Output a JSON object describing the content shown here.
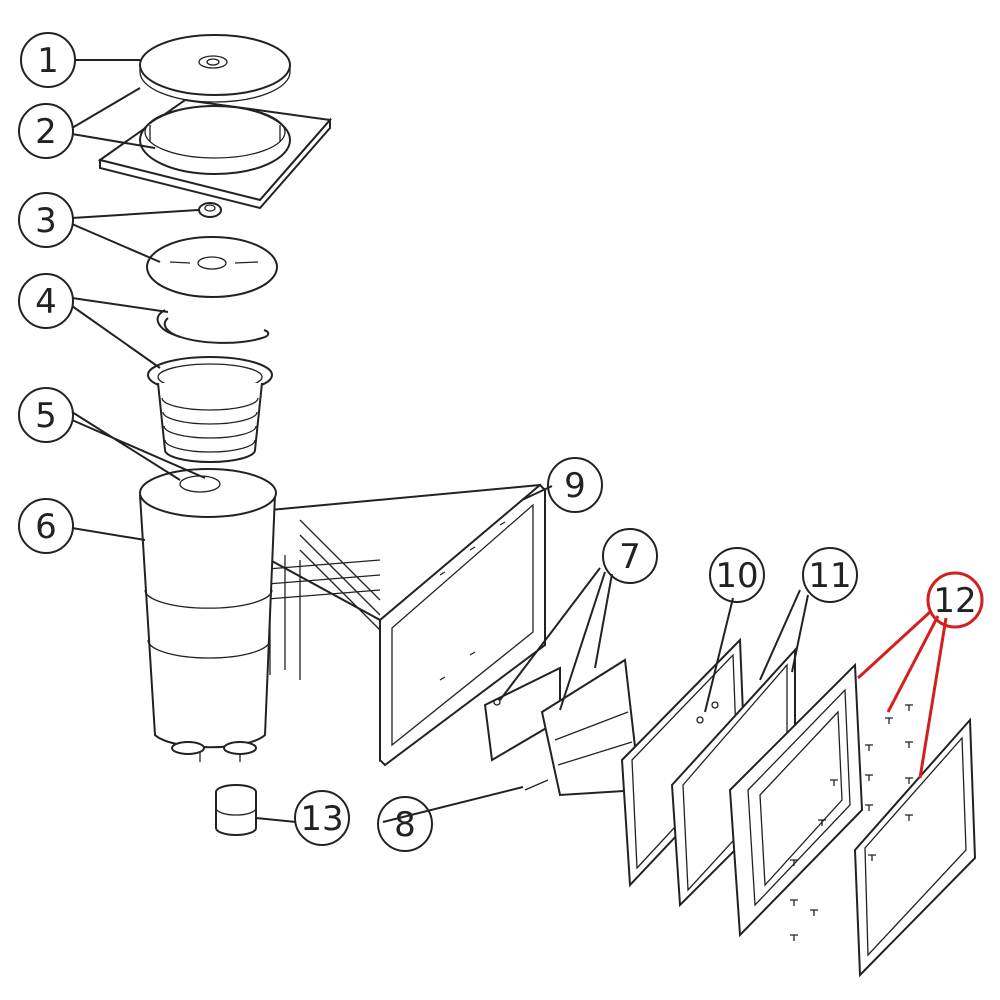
{
  "callouts": [
    {
      "id": "1",
      "label": "1"
    },
    {
      "id": "2",
      "label": "2"
    },
    {
      "id": "3",
      "label": "3"
    },
    {
      "id": "4",
      "label": "4"
    },
    {
      "id": "5",
      "label": "5"
    },
    {
      "id": "6",
      "label": "6"
    },
    {
      "id": "7",
      "label": "7"
    },
    {
      "id": "8",
      "label": "8"
    },
    {
      "id": "9",
      "label": "9"
    },
    {
      "id": "10",
      "label": "10"
    },
    {
      "id": "11",
      "label": "11"
    },
    {
      "id": "12",
      "label": "12",
      "highlighted": true
    },
    {
      "id": "13",
      "label": "13"
    }
  ],
  "colors": {
    "line": "#222222",
    "highlight": "#d41f1f",
    "background": "#ffffff"
  }
}
